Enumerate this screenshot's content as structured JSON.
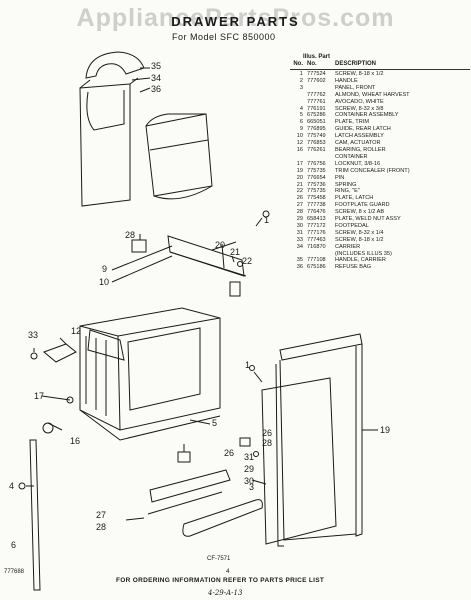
{
  "watermark": "AppliancePartsPros.com",
  "title": "DRAWER PARTS",
  "subtitle": "For Model SFC 850000",
  "table": {
    "header_line1": "Illus. Part",
    "header_no": "No.",
    "header_partno": "No.",
    "header_desc": "DESCRIPTION",
    "rows": [
      {
        "illus": "1",
        "part": "777524",
        "desc": "SCREW, 8-18 x 1/2"
      },
      {
        "illus": "2",
        "part": "777602",
        "desc": "HANDLE"
      },
      {
        "illus": "3",
        "part": "",
        "desc": "PANEL, FRONT"
      },
      {
        "illus": "",
        "part": "777762",
        "desc": "ALMOND, WHEAT HARVEST"
      },
      {
        "illus": "",
        "part": "777761",
        "desc": "AVOCADO, WHITE"
      },
      {
        "illus": "4",
        "part": "776191",
        "desc": "SCREW, 8-32 x 3/8"
      },
      {
        "illus": "5",
        "part": "675286",
        "desc": "CONTAINER ASSEMBLY"
      },
      {
        "illus": "6",
        "part": "665051",
        "desc": "PLATE, TRIM"
      },
      {
        "illus": "9",
        "part": "776895",
        "desc": "GUIDE, REAR LATCH"
      },
      {
        "illus": "10",
        "part": "775749",
        "desc": "LATCH ASSEMBLY"
      },
      {
        "illus": "12",
        "part": "776853",
        "desc": "CAM, ACTUATOR"
      },
      {
        "illus": "16",
        "part": "776261",
        "desc": "BEARING, ROLLER"
      },
      {
        "illus": "",
        "part": "",
        "desc": "CONTAINER"
      },
      {
        "illus": "17",
        "part": "776756",
        "desc": "LOCKNUT, 3/8-16"
      },
      {
        "illus": "19",
        "part": "775735",
        "desc": "TRIM CONCEALER (FRONT)"
      },
      {
        "illus": "20",
        "part": "776654",
        "desc": "PIN"
      },
      {
        "illus": "21",
        "part": "775736",
        "desc": "SPRING"
      },
      {
        "illus": "22",
        "part": "775735",
        "desc": "RING, \"E\""
      },
      {
        "illus": "26",
        "part": "775458",
        "desc": "PLATE, LATCH"
      },
      {
        "illus": "27",
        "part": "777738",
        "desc": "FOOTPLATE GUARD"
      },
      {
        "illus": "28",
        "part": "776476",
        "desc": "SCREW, 8 x 1/2 AB"
      },
      {
        "illus": "29",
        "part": "658413",
        "desc": "PLATE, WELD NUT ASSY"
      },
      {
        "illus": "30",
        "part": "777172",
        "desc": "FOOTPEDAL"
      },
      {
        "illus": "31",
        "part": "777176",
        "desc": "SCREW, 8-32 x 1/4"
      },
      {
        "illus": "33",
        "part": "777463",
        "desc": "SCREW, 8-18 x 1/2"
      },
      {
        "illus": "34",
        "part": "716870",
        "desc": "CARRIER"
      },
      {
        "illus": "",
        "part": "",
        "desc": "(INCLUDES ILLUS 35)"
      },
      {
        "illus": "35",
        "part": "777108",
        "desc": "HANDLE, CARRIER"
      },
      {
        "illus": "36",
        "part": "675186",
        "desc": "REFUSE BAG"
      }
    ]
  },
  "callouts": {
    "c35": "35",
    "c34": "34",
    "c36": "36",
    "c28a": "28",
    "c1": "1",
    "c20": "20",
    "c21": "21",
    "c22": "22",
    "c9": "9",
    "c10": "10",
    "c12": "12",
    "c33": "33",
    "c17": "17",
    "c16": "16",
    "c4": "4",
    "c5": "5",
    "c26a": "26",
    "c28b": "28",
    "c26b": "26",
    "c31": "31",
    "c29": "29",
    "c30": "30",
    "c19": "19",
    "c3": "3",
    "c6": "6",
    "c27": "27",
    "c28c": "28",
    "c1b": "1"
  },
  "cf_label": "CF-7571",
  "footer": "FOR ORDERING INFORMATION REFER TO PARTS PRICE LIST",
  "doc_id": "777688",
  "page_number": "4",
  "handwritten": "4-29-A-13"
}
